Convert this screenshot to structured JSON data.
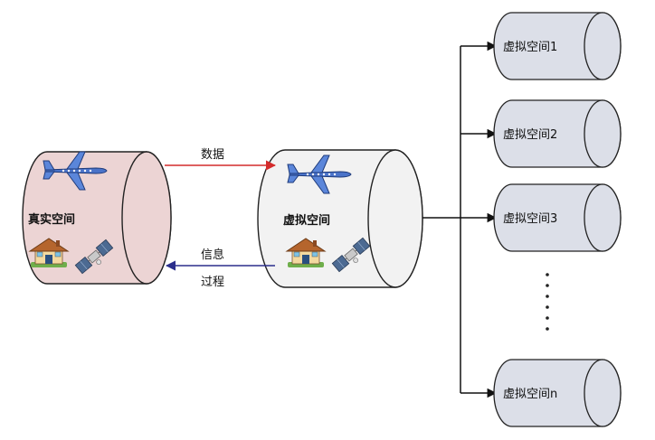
{
  "real_space": {
    "label": "真实空间",
    "fill": "#ecd4d4",
    "icons": [
      "airplane-icon",
      "house-icon",
      "satellite-icon"
    ]
  },
  "virtual_space": {
    "label": "虚拟空间",
    "fill": "#f2f2f2",
    "icons": [
      "airplane-icon",
      "house-icon",
      "satellite-icon"
    ]
  },
  "arrows": {
    "top_label": "数据",
    "top_color": "#d42b2b",
    "bottom_label_1": "信息",
    "bottom_label_2": "过程",
    "bottom_color": "#2b2e8c"
  },
  "branches": [
    {
      "label": "虚拟空间1"
    },
    {
      "label": "虚拟空间2"
    },
    {
      "label": "虚拟空间3"
    },
    {
      "label": "虚拟空间n"
    }
  ],
  "ellipsis": "⋮",
  "branch_fill": "#dcdfe8"
}
